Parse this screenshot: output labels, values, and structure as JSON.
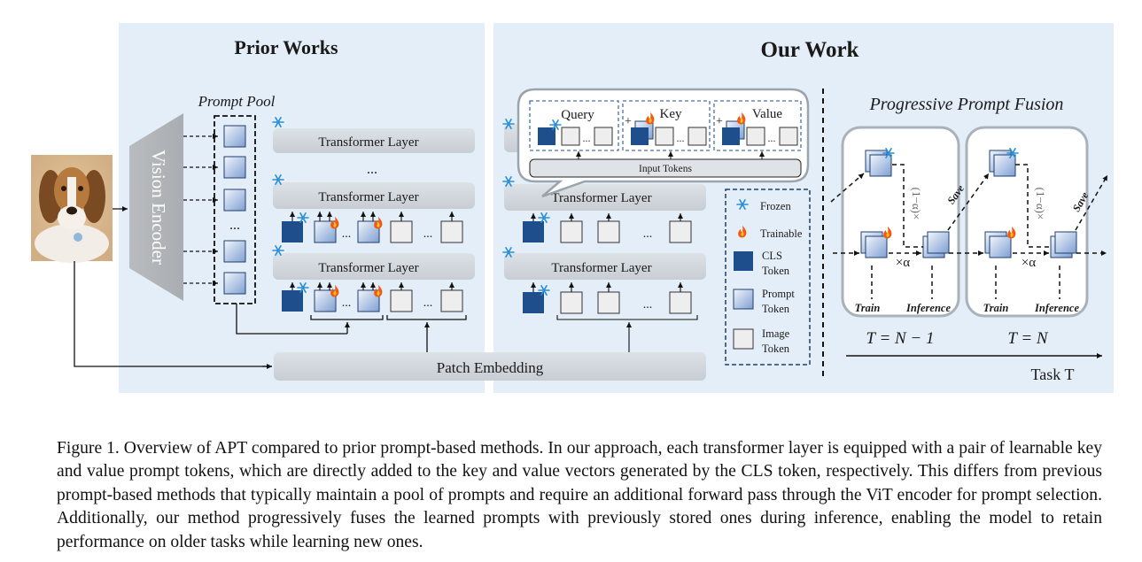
{
  "figure": {
    "prior": {
      "title": "Prior Works",
      "prompt_pool_label": "Prompt Pool",
      "encoder_label": "Vision Encoder",
      "transformer_layer": "Transformer Layer",
      "ellipsis": "...",
      "patch_embedding": "Patch Embedding"
    },
    "ours": {
      "title": "Our Work",
      "query_label": "Query",
      "key_label": "Key",
      "value_label": "Value",
      "input_tokens": "Input Tokens",
      "transformer_layer": "Transformer Layer",
      "plus_sign": "+"
    },
    "legend": {
      "frozen": "Frozen",
      "trainable": "Trainable",
      "cls_line1": "CLS",
      "cls_line2": "Token",
      "prompt_line1": "Prompt",
      "prompt_line2": "Token",
      "image_line1": "Image",
      "image_line2": "Token"
    },
    "fusion": {
      "title": "Progressive Prompt Fusion",
      "train": "Train",
      "inference": "Inference",
      "save": "Save",
      "alpha": "×α",
      "one_minus_alpha": "(1−α)×",
      "t1": "T = N − 1",
      "t2": "T = N",
      "task_axis": "Task T"
    },
    "colors": {
      "panel_bg": "#e4eef8",
      "layer_fill": "#d3d8dd",
      "cls_token": "#1f4e8c",
      "prompt_token_top": "#f2f6fc",
      "prompt_token_bottom": "#7f9fd2",
      "image_token": "#eeeeee",
      "flame": "#f05a14",
      "snowflake": "#2a8fd6"
    }
  },
  "caption": "Figure 1. Overview of APT compared to prior prompt-based methods. In our approach, each transformer layer is equipped with a pair of learnable key and value prompt tokens, which are directly added to the key and value vectors generated by the CLS token, respectively. This differs from previous prompt-based methods that typically maintain a pool of prompts and require an additional forward pass through the ViT encoder for prompt selection. Additionally, our method progressively fuses the learned prompts with previously stored ones during inference, enabling the model to retain performance on older tasks while learning new ones."
}
